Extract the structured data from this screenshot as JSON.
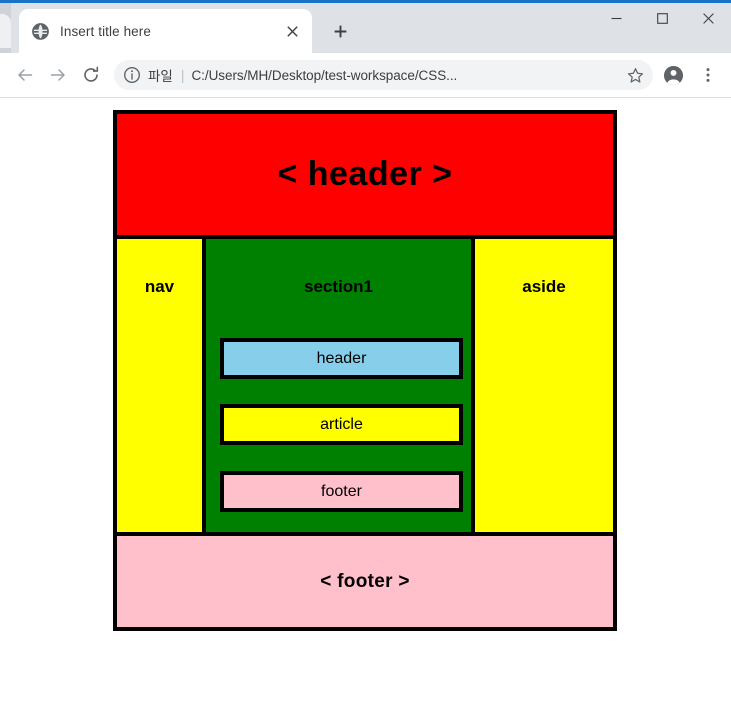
{
  "browser": {
    "tab": {
      "title": "Insert title here",
      "favicon": "globe-icon",
      "close_icon": "close-icon"
    },
    "new_tab_icon": "plus-icon",
    "window_controls": {
      "minimize": "minimize-icon",
      "maximize": "maximize-icon",
      "close": "close-icon"
    },
    "toolbar": {
      "back_icon": "back-arrow-icon",
      "forward_icon": "forward-arrow-icon",
      "reload_icon": "reload-icon",
      "security_icon": "info-circle-icon",
      "scheme_label": "파일",
      "url_separator": "|",
      "url": "C:/Users/MH/Desktop/test-workspace/CSS...",
      "bookmark_icon": "star-icon",
      "profile_icon": "avatar-icon",
      "menu_icon": "three-dots-menu-icon"
    }
  },
  "page": {
    "header": {
      "label": "< header >",
      "color": "#ff0000"
    },
    "nav": {
      "label": "nav",
      "color": "#ffff00"
    },
    "section1": {
      "label": "section1",
      "color": "#008000",
      "children": [
        {
          "label": "header",
          "color": "#87ceeb"
        },
        {
          "label": "article",
          "color": "#ffff00"
        },
        {
          "label": "footer",
          "color": "#ffc0cb"
        }
      ]
    },
    "aside": {
      "label": "aside",
      "color": "#ffff00"
    },
    "footer": {
      "label": "< footer >",
      "color": "#ffc0cb"
    },
    "border_color": "#000000"
  }
}
